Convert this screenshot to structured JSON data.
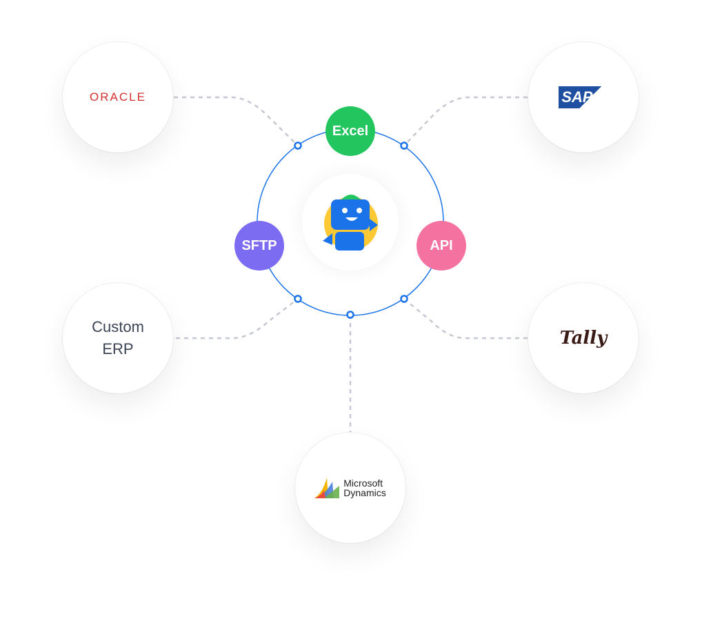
{
  "hub": {
    "icon": "robot-icon"
  },
  "connectors": [
    {
      "label": "Excel",
      "color": "#22c55e"
    },
    {
      "label": "SFTP",
      "color": "#7c6cf2"
    },
    {
      "label": "API",
      "color": "#f472a0"
    }
  ],
  "systems": {
    "oracle": "ORACLE",
    "sap": "SAP",
    "custom_erp_line1": "Custom",
    "custom_erp_line2": "ERP",
    "tally": "Tally",
    "ms_line1": "Microsoft",
    "ms_line2": "Dynamics"
  },
  "colors": {
    "ring": "#1a73e8",
    "dash": "#c5c8d2"
  }
}
